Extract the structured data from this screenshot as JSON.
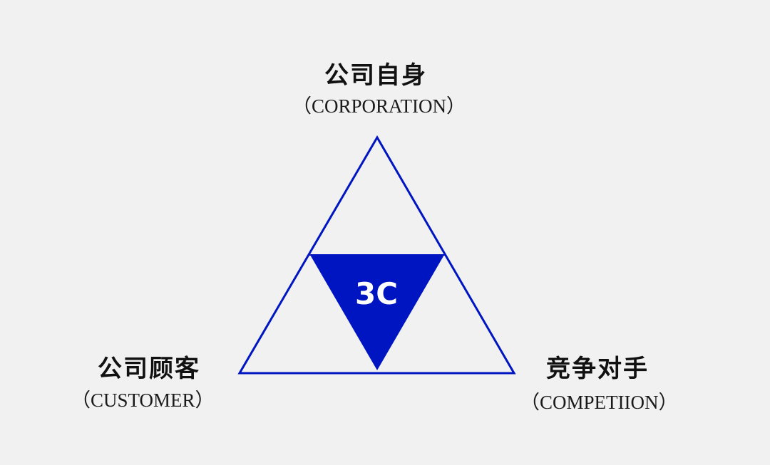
{
  "diagram": {
    "title": "3C",
    "accent_color": "#0015c2",
    "nodes": [
      {
        "id": "top",
        "label_cn": "公司自身",
        "label_en": "（CORPORATION）"
      },
      {
        "id": "left",
        "label_cn": "公司顾客",
        "label_en": "（CUSTOMER）"
      },
      {
        "id": "right",
        "label_cn": "竞争对手",
        "label_en": "（COMPETIION）"
      }
    ]
  }
}
